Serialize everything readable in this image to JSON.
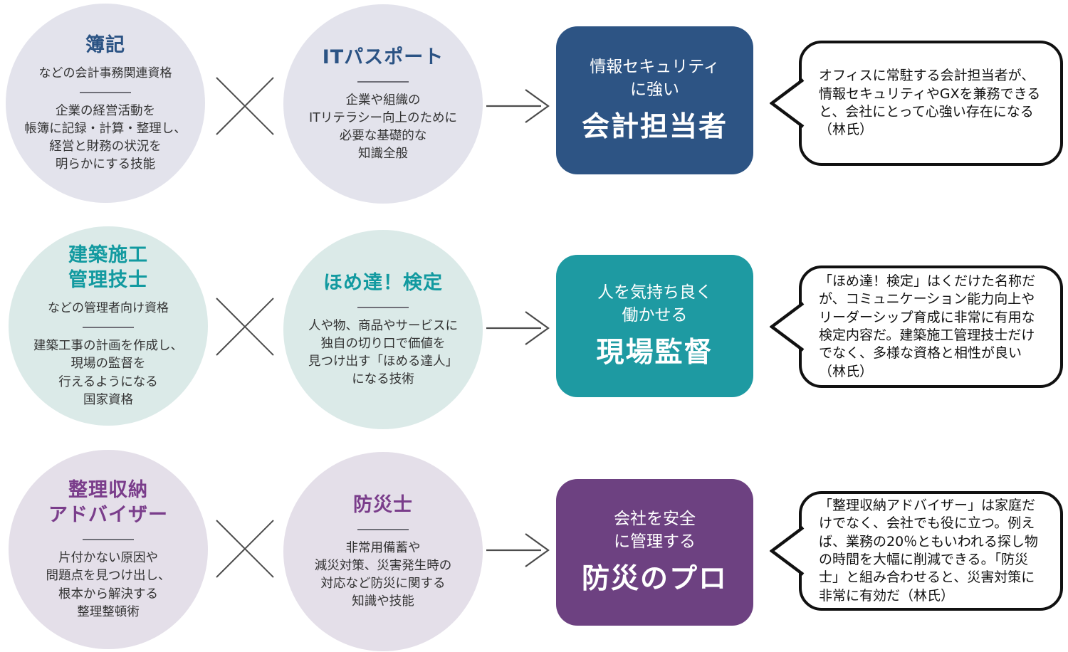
{
  "icons": {
    "combine_operator": "×",
    "result_arrow": "→"
  },
  "rows": [
    {
      "left_circle": {
        "title": "簿記",
        "subtitle": "などの会計事務関連資格",
        "body": "企業の経営活動を\n帳簿に記録・計算・整理し、\n経営と財務の状況を\n明らかにする技能",
        "bg": "#e3e3ec",
        "title_color": "#2b5384"
      },
      "right_circle": {
        "title": "ITパスポート",
        "subtitle": "",
        "body": "企業や組織の\nITリテラシー向上のために\n必要な基礎的な\n知識全般",
        "bg": "#e3e3ec",
        "title_color": "#2b5384"
      },
      "result": {
        "lead": "情報セキュリティ\nに強い",
        "main": "会計担当者",
        "bg": "#2d5484",
        "text_color": "#ffffff"
      },
      "quote": "オフィスに常駐する会計担当者が、情報セキュリティやGXを兼務できると、会社にとって心強い存在になる（林氏）"
    },
    {
      "left_circle": {
        "title": "建築施工\n管理技士",
        "subtitle": "などの管理者向け資格",
        "body": "建築工事の計画を作成し、\n現場の監督を\n行えるようになる\n国家資格",
        "bg": "#dbeae8",
        "title_color": "#129aa0"
      },
      "right_circle": {
        "title": "ほめ達！検定",
        "subtitle": "",
        "body": "人や物、商品やサービスに\n独自の切り口で価値を\n見つけ出す「ほめる達人」\nになる技術",
        "bg": "#dbeae8",
        "title_color": "#129aa0"
      },
      "result": {
        "lead": "人を気持ち良く\n働かせる",
        "main": "現場監督",
        "bg": "#1e9aa2",
        "text_color": "#ffffff"
      },
      "quote": "「ほめ達！検定」はくだけた名称だが、コミュニケーション能力向上やリーダーシップ育成に非常に有用な検定内容だ。建築施工管理技士だけでなく、多様な資格と相性が良い（林氏）"
    },
    {
      "left_circle": {
        "title": "整理収納\nアドバイザー",
        "subtitle": "",
        "body": "片付かない原因や\n問題点を見つけ出し、\n根本から解決する\n整理整頓術",
        "bg": "#e4dfe9",
        "title_color": "#7a3d8b"
      },
      "right_circle": {
        "title": "防災士",
        "subtitle": "",
        "body": "非常用備蓄や\n減災対策、災害発生時の\n対応など防災に関する\n知識や技能",
        "bg": "#e4dfe9",
        "title_color": "#7a3d8b"
      },
      "result": {
        "lead": "会社を安全\nに管理する",
        "main": "防災のプロ",
        "bg": "#6d4181",
        "text_color": "#ffffff"
      },
      "quote": "「整理収納アドバイザー」は家庭だけでなく、会社でも役に立つ。例えば、業務の20％ともいわれる探し物の時間を大幅に削減できる。「防災士」と組み合わせると、災害対策に非常に有効だ（林氏）"
    }
  ]
}
